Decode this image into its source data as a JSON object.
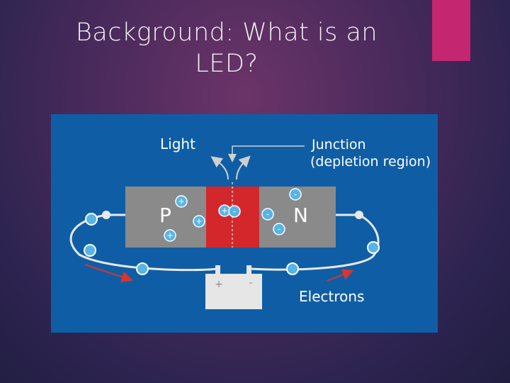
{
  "slide": {
    "title_line1": "Background: What is an",
    "title_line2": "LED?",
    "accent_color": "#c4266f"
  },
  "diagram": {
    "background_color": "#0f5ea5",
    "labels": {
      "light": "Light",
      "junction_line1": "Junction",
      "junction_line2": "(depletion region)",
      "p": "P",
      "n": "N",
      "electrons": "Electrons",
      "battery_plus": "+",
      "battery_minus": "-"
    },
    "charges": {
      "plus": "+",
      "minus": "-"
    },
    "colors": {
      "semiconductor": "#8a8a8a",
      "junction": "#d3272b",
      "electron": "#58b4e6",
      "wire": "#e8e8e8",
      "current_arrow": "#d9352e",
      "battery": "#e6e6e6"
    }
  }
}
